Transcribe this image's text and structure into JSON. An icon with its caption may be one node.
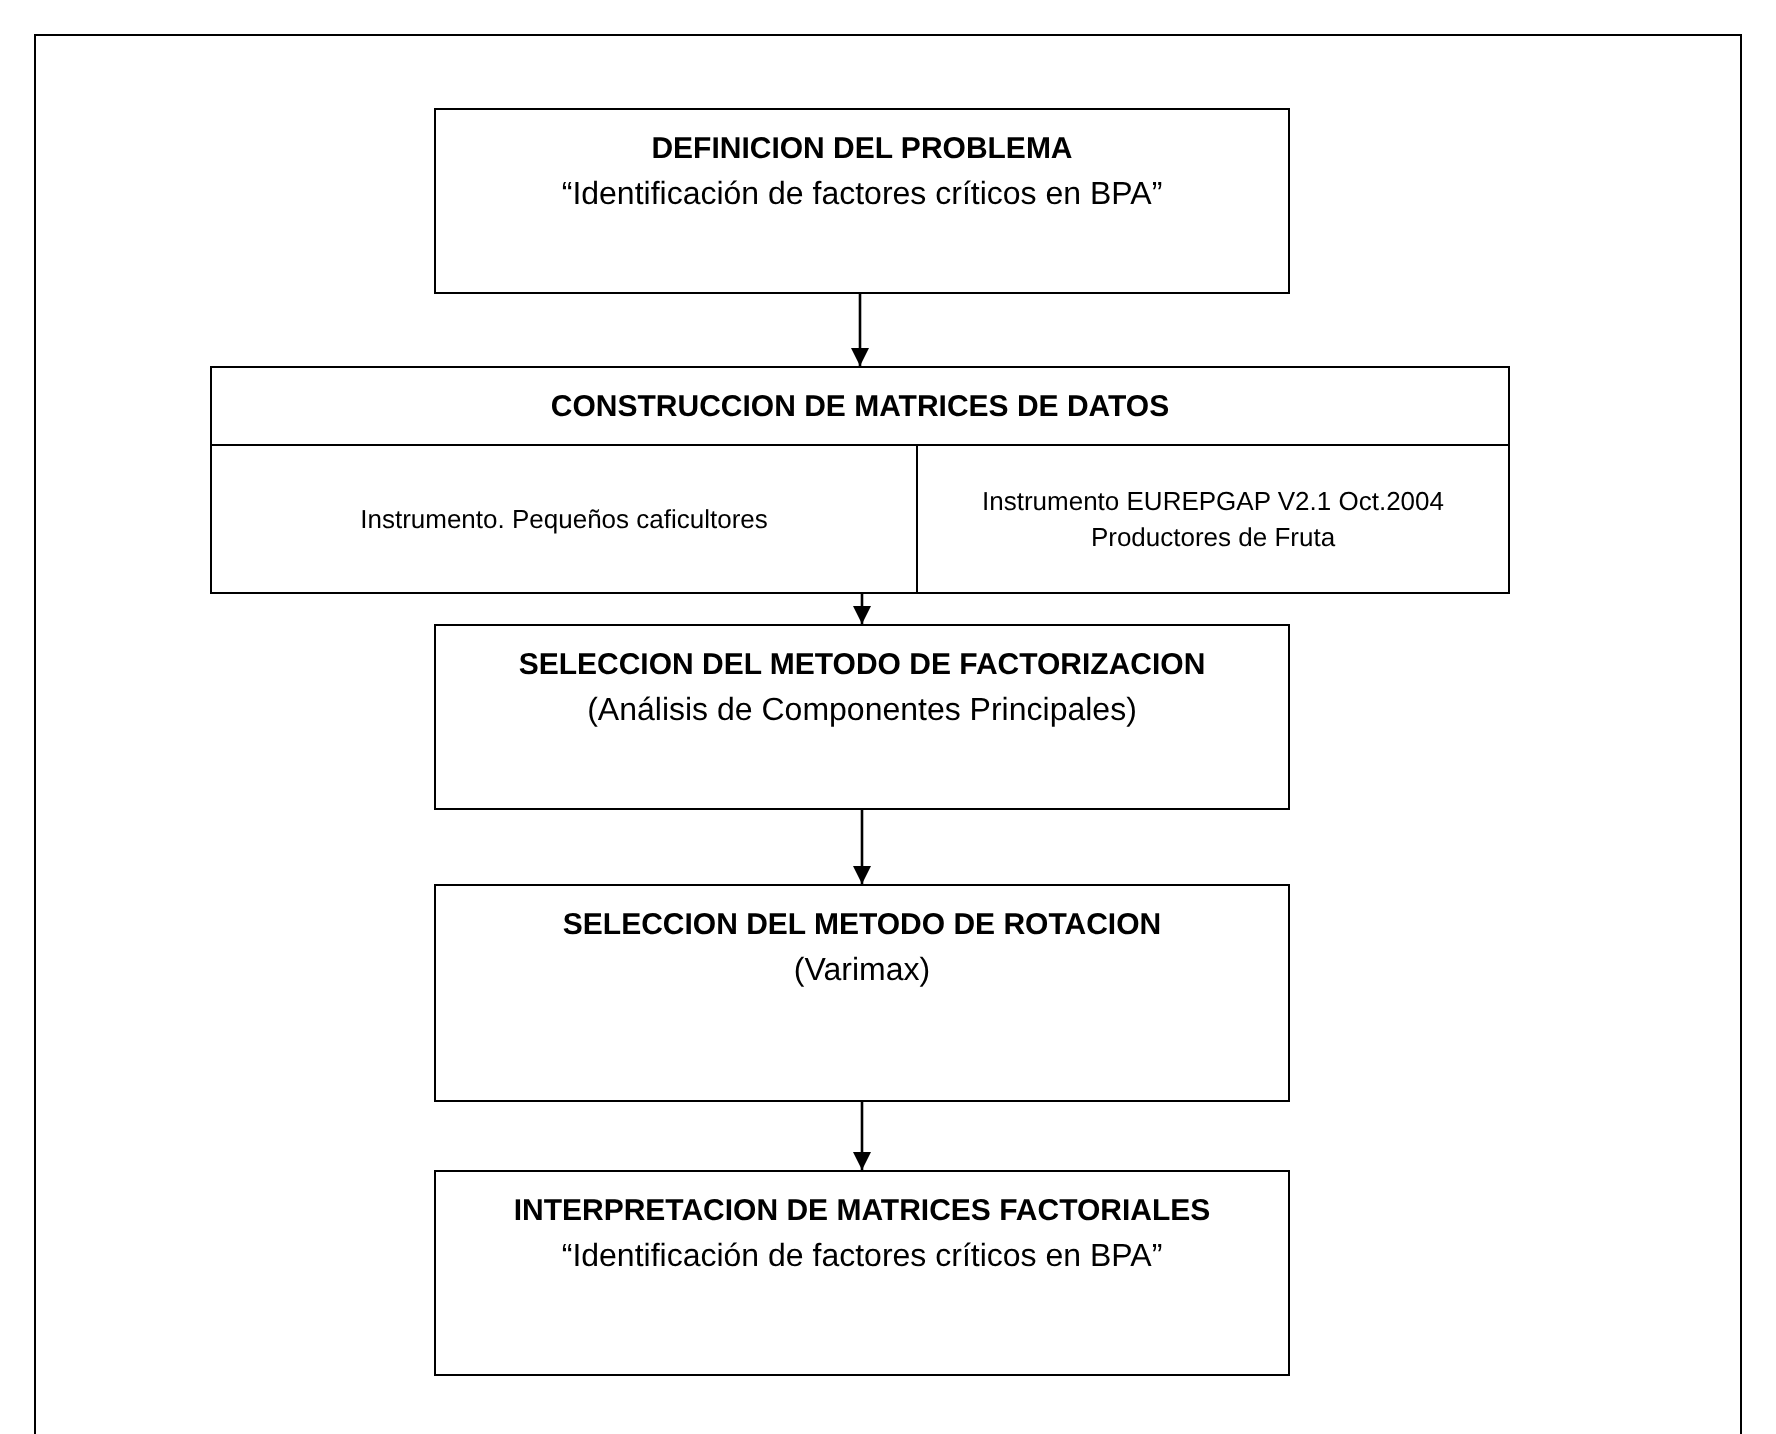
{
  "diagram": {
    "nodes": [
      {
        "text": [
          "DEFINICION DEL PROBLEMA",
          "“Identificación de factores críticos en BPA”"
        ]
      },
      {
        "text": [
          "CONSTRUCCION DE MATRICES DE DATOS"
        ]
      },
      {
        "text": [
          "Instrumento. Pequeños caficultores"
        ],
        "in": 1
      },
      {
        "text": [
          "Instrumento EUREPGAP V2.1 Oct.2004 Productores de Fruta"
        ],
        "in": 1
      },
      {
        "text": [
          "SELECCION DEL METODO DE FACTORIZACION",
          "(Análisis de Componentes Principales)"
        ]
      },
      {
        "text": [
          "SELECCION DEL METODO DE ROTACION",
          "(Varimax)"
        ]
      },
      {
        "text": [
          "INTERPRETACION DE MATRICES FACTORIALES",
          "“Identificación de factores críticos en BPA”"
        ]
      }
    ],
    "edges": [
      {
        "from": 0,
        "to": 1,
        "arrow": "to"
      },
      {
        "from": 1,
        "to": 4,
        "arrow": "to"
      },
      {
        "from": 4,
        "to": 5,
        "arrow": "to"
      },
      {
        "from": 5,
        "to": 6,
        "arrow": "to"
      }
    ]
  }
}
